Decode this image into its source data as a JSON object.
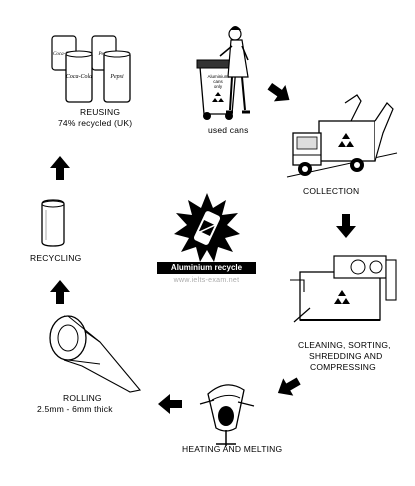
{
  "diagram": {
    "title": "Aluminium recycle",
    "watermark": "www.ielts-exam.net",
    "stages": {
      "used_cans": "used cans",
      "collection": "COLLECTION",
      "cleaning": [
        "CLEANING, SORTING,",
        "SHREDDING AND",
        "COMPRESSING"
      ],
      "heating": "HEATING AND MELTING",
      "rolling": "ROLLING",
      "rolling_detail": "2.5mm - 6mm thick",
      "recycling": "RECYCLING",
      "reusing": "REUSING",
      "reusing_detail": "74% recycled (UK)"
    },
    "bin_text": [
      "Aluminium",
      "cans",
      "only"
    ],
    "can_brands": [
      "Coca-Cola",
      "Pepsi"
    ]
  }
}
